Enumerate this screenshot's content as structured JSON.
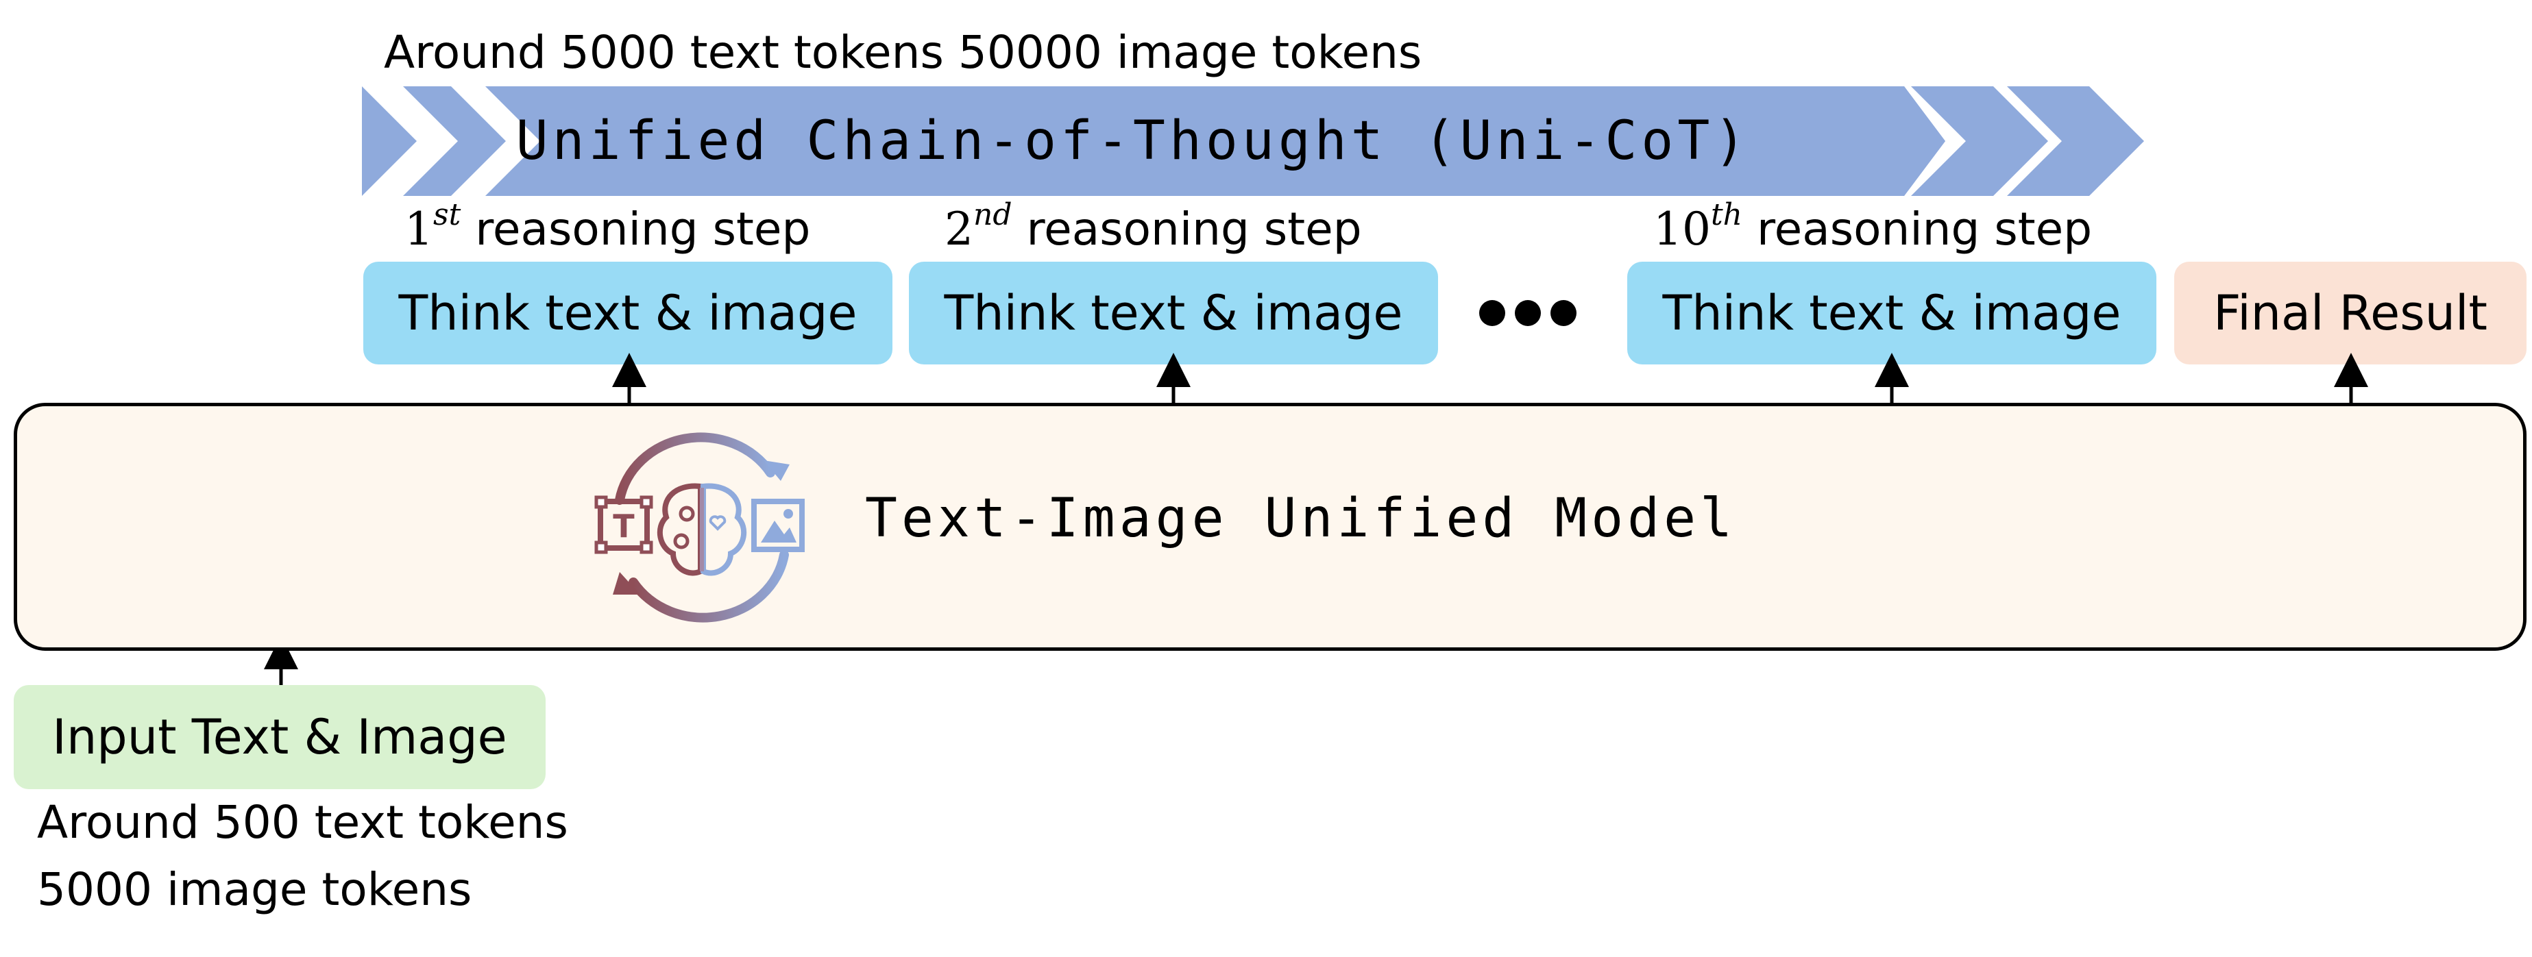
{
  "cot_banner": {
    "top_caption": "Around 5000 text tokens 50000 image tokens",
    "title": "Unified Chain-of-Thought (Uni-CoT)",
    "color": "#8faadc"
  },
  "steps": [
    {
      "num": "1",
      "ord": "st",
      "suffix": " reasoning step",
      "box_label": "Think text & image"
    },
    {
      "num": "2",
      "ord": "nd",
      "suffix": " reasoning step",
      "box_label": "Think text & image"
    },
    {
      "num": "10",
      "ord": "th",
      "suffix": " reasoning step",
      "box_label": "Think text & image"
    }
  ],
  "ellipsis_icon": "three-dots-icon",
  "final": {
    "label": "Final Result"
  },
  "model": {
    "label": "Text-Image Unified Model",
    "icon": "text-image-brain-cycle-icon"
  },
  "input": {
    "label": "Input Text & Image",
    "caption_line1": "Around 500 text tokens",
    "caption_line2": "5000 image tokens"
  },
  "colors": {
    "think": "#99dbf5",
    "final": "#fbe2d5",
    "input": "#d9f2d0",
    "model_bg": "#fef7ee"
  }
}
